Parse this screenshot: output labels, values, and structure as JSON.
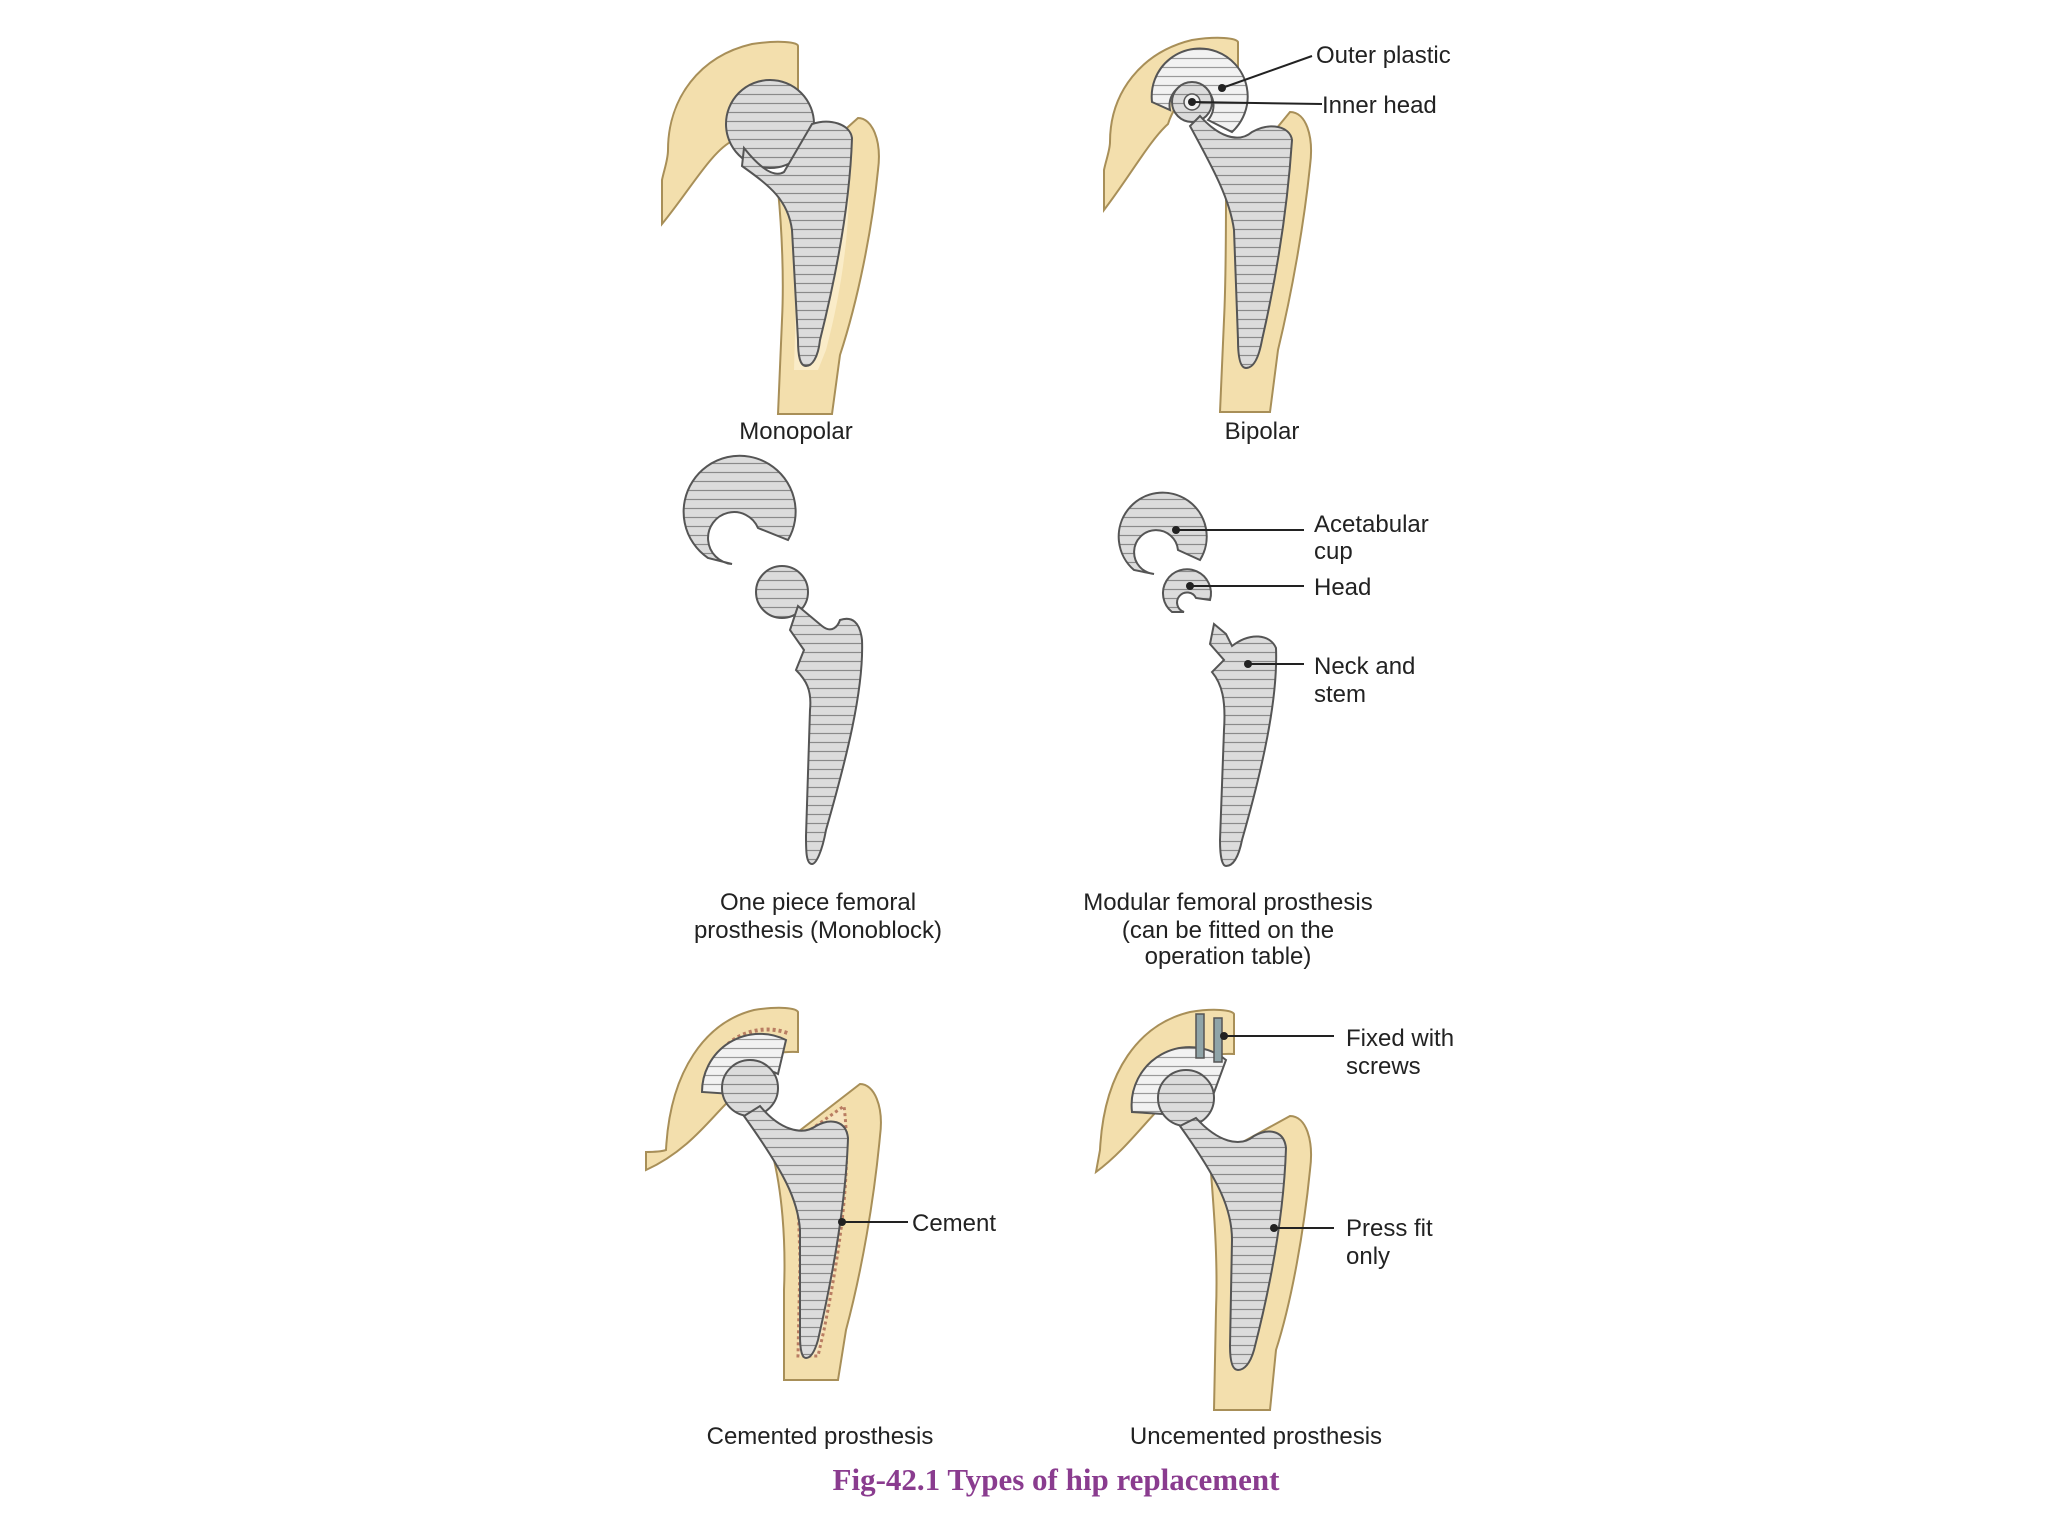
{
  "colors": {
    "bone": "#f3dfad",
    "bone_edge": "#a88f58",
    "metal": "#dcdcdc",
    "metal_edge": "#555555",
    "cement": "#b97d62",
    "caption": "#8a3c8f"
  },
  "panels": {
    "monopolar": {
      "caption": "Monopolar"
    },
    "bipolar": {
      "caption": "Bipolar",
      "labels": {
        "outer_plastic": "Outer plastic",
        "inner_head": "Inner head"
      }
    },
    "monoblock": {
      "caption_lines": [
        "One piece femoral",
        "prosthesis (Monoblock)"
      ]
    },
    "modular": {
      "caption_lines": [
        "Modular femoral prosthesis",
        "(can be fitted on the",
        "operation table)"
      ],
      "labels": {
        "acetabular_cup": [
          "Acetabular",
          "cup"
        ],
        "head": "Head",
        "neck_stem": [
          "Neck and",
          "stem"
        ]
      }
    },
    "cemented": {
      "caption": "Cemented prosthesis",
      "labels": {
        "cement": "Cement"
      }
    },
    "uncemented": {
      "caption": "Uncemented prosthesis",
      "labels": {
        "fixed_screws": [
          "Fixed with",
          "screws"
        ],
        "press_fit": [
          "Press fit",
          "only"
        ]
      }
    }
  },
  "figure_caption": "Fig-42.1 Types of hip replacement"
}
